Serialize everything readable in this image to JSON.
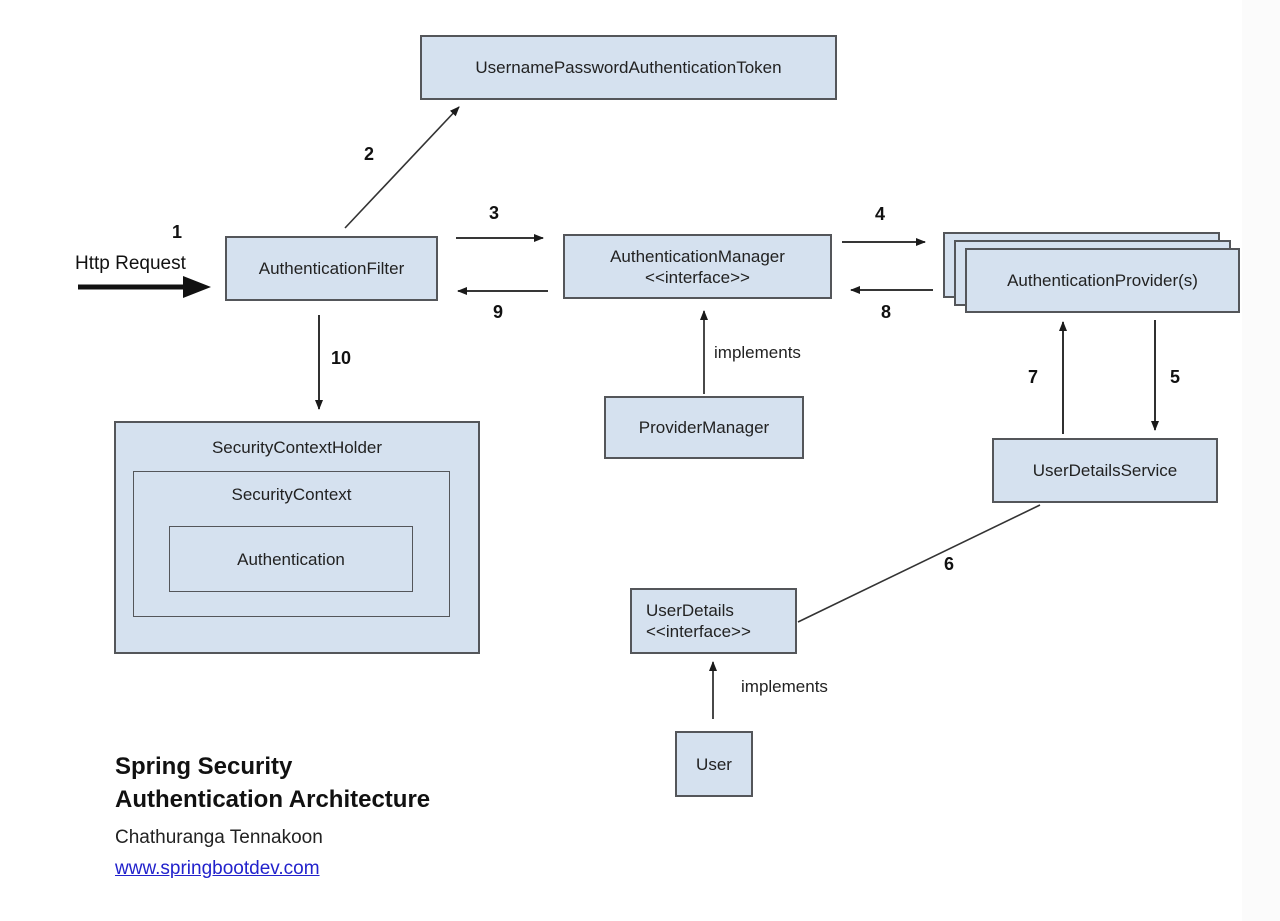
{
  "diagram": {
    "title_line1": "Spring Security",
    "title_line2": "Authentication Architecture",
    "author": "Chathuranga Tennakoon",
    "website": "www.springbootdev.com",
    "colors": {
      "box_fill": "#d5e1ef",
      "box_border": "#54565a",
      "link_color": "#2222cc"
    },
    "nodes": {
      "token": "UsernamePasswordAuthenticationToken",
      "filter": "AuthenticationFilter",
      "manager_line1": "AuthenticationManager",
      "manager_line2": "<<interface>>",
      "providers": "AuthenticationProvider(s)",
      "provider_manager": "ProviderManager",
      "security_context_holder": "SecurityContextHolder",
      "security_context": "SecurityContext",
      "authentication": "Authentication",
      "user_details_service": "UserDetailsService",
      "user_details_line1": "UserDetails",
      "user_details_line2": "<<interface>>",
      "user": "User"
    },
    "labels": {
      "http_request": "Http Request",
      "implements_manager": "implements",
      "implements_user": "implements"
    },
    "steps": {
      "n1": "1",
      "n2": "2",
      "n3": "3",
      "n4": "4",
      "n5": "5",
      "n6": "6",
      "n7": "7",
      "n8": "8",
      "n9": "9",
      "n10": "10"
    }
  }
}
